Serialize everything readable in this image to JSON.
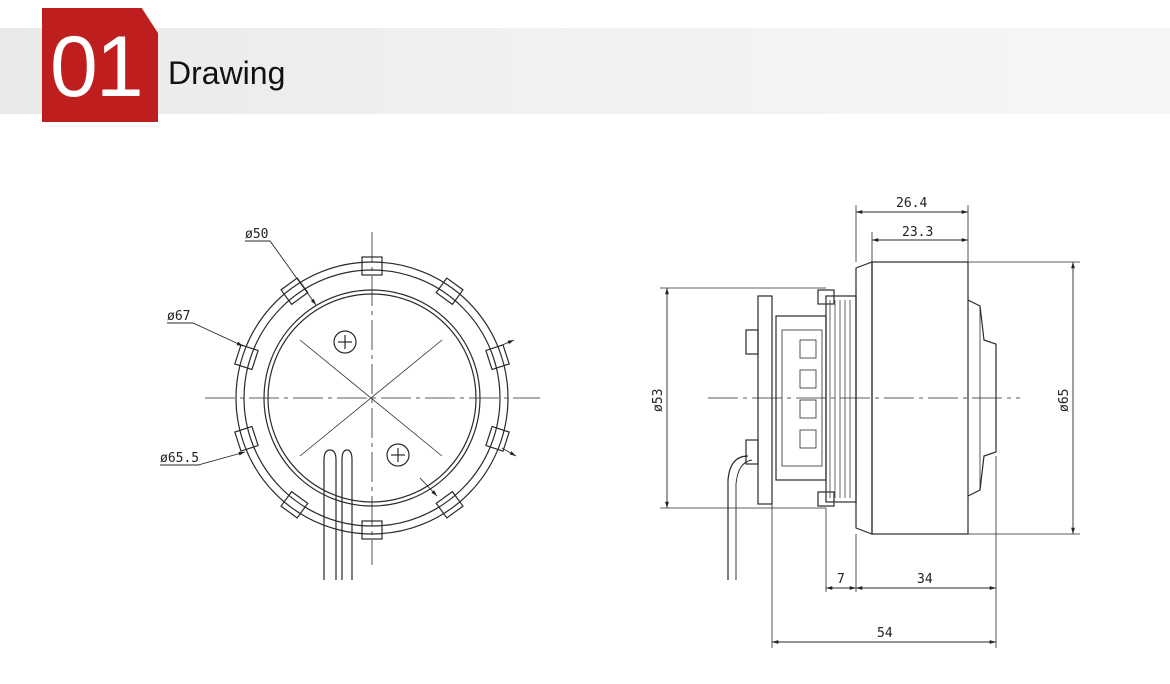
{
  "header": {
    "number": "01",
    "title": "Drawing"
  },
  "front_view": {
    "dims": {
      "d50": "ø50",
      "d67": "ø67",
      "d65_5": "ø65.5"
    }
  },
  "side_view": {
    "dims": {
      "w26_4": "26.4",
      "w23_3": "23.3",
      "d53": "ø53",
      "d65": "ø65",
      "w7": "7",
      "w34": "34",
      "w54": "54"
    }
  },
  "colors": {
    "accent": "#bf1e1e",
    "line": "#2a2a2a"
  }
}
